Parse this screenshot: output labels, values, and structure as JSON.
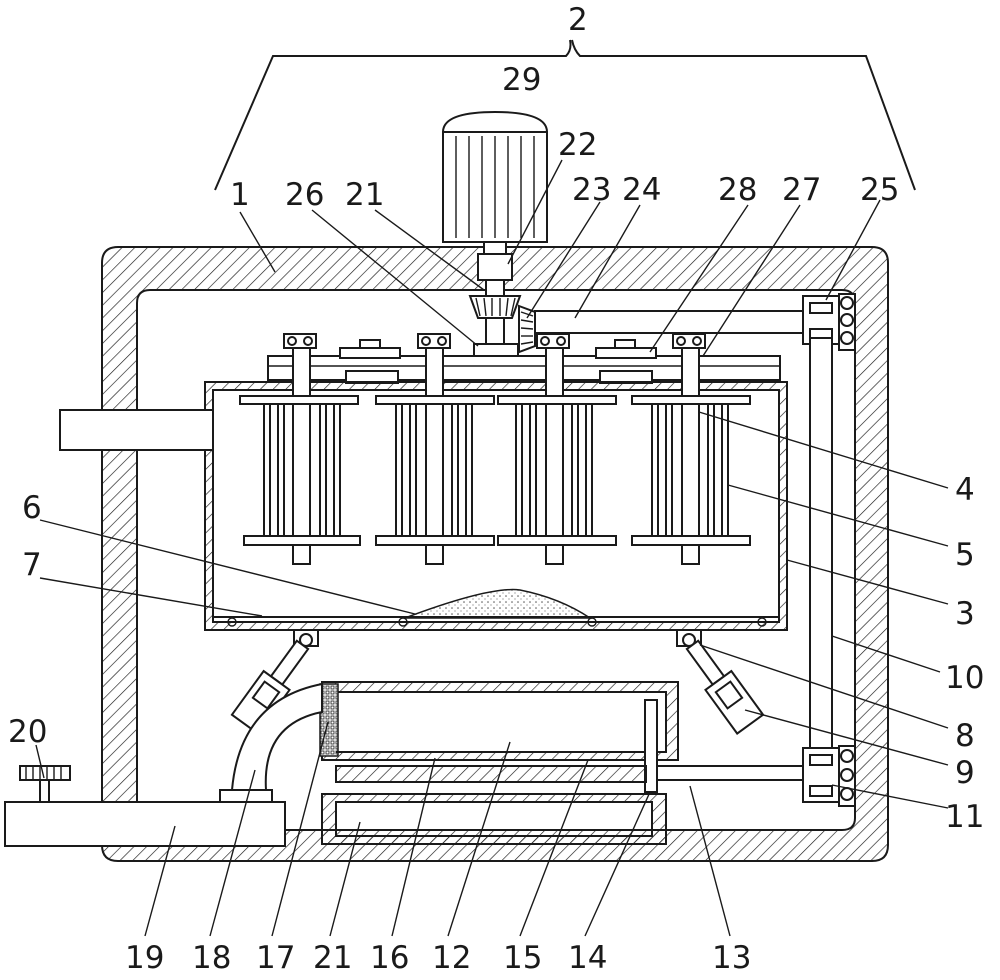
{
  "diagram": {
    "labels": [
      "1",
      "2",
      "3",
      "4",
      "5",
      "6",
      "7",
      "8",
      "9",
      "10",
      "11",
      "12",
      "13",
      "14",
      "15",
      "16",
      "17",
      "18",
      "19",
      "20",
      "21",
      "22",
      "23",
      "24",
      "25",
      "26",
      "27",
      "28",
      "29",
      "21"
    ]
  },
  "colors": {
    "line": "#1a1a1a",
    "background": "#ffffff",
    "powder": "#d9d9d9"
  }
}
